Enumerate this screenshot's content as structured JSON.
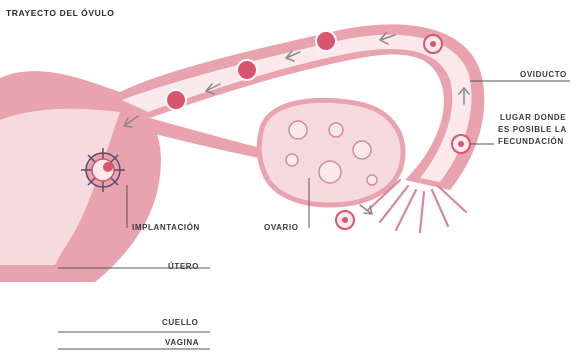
{
  "title": "TRAYECTO DEL ÓVULO",
  "labels": {
    "oviducto": "OVIDUCTO",
    "fecundacion_1": "LUGAR DONDE",
    "fecundacion_2": "ES POSIBLE LA",
    "fecundacion_3": "FECUNDACIÓN",
    "implantacion": "IMPLANTACIÓN",
    "ovario": "OVARIO",
    "utero": "ÚTERO",
    "cuello": "CUELLO",
    "vagina": "VAGINA"
  },
  "colors": {
    "tissue_dark": "#e8a3ae",
    "tissue_light": "#f6dade",
    "lumen": "#fbe9ec",
    "outline": "#c65a6e",
    "egg": "#d8566d",
    "arrow": "#8a8a8a",
    "leader": "#555555"
  }
}
